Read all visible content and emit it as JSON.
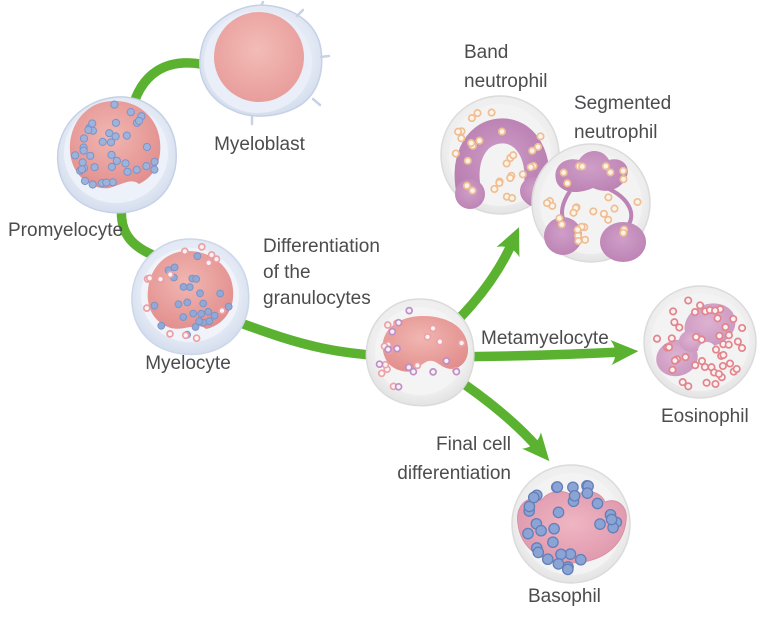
{
  "diagram": {
    "stages": {
      "myeloblast": "Myeloblast",
      "promyelocyte": "Promyelocyte",
      "myelocyte": "Myelocyte",
      "metamyelocyte": "Metamyelocyte",
      "band_neutrophil": [
        "Band",
        "neutrophil"
      ],
      "segmented_neutrophil": [
        "Segmented",
        "neutrophil"
      ],
      "eosinophil": "Eosinophil",
      "basophil": "Basophil"
    },
    "annotations": {
      "differentiation_of_the_granulocytes": [
        "Differentiation",
        "of the",
        "granulocytes"
      ],
      "final_cell_differentiation": [
        "Final cell",
        "differentiation"
      ]
    },
    "colors": {
      "arrow_green": "#5bb231",
      "label_text": "#4c4c4e",
      "early_cytoplasm_blue": "#dde5f2",
      "late_cytoplasm_gray": "#efeeee",
      "nucleus_pink": "#e59493",
      "nucleus_mauve": "#c18ab9",
      "nucleus_rose": "#e5a4b7",
      "granule_blue": "#8da6d4",
      "granule_pink": "#ec9fa6",
      "granule_purple": "#bc8ec5",
      "granule_orange": "#efbe93",
      "granule_red": "#e1858d"
    }
  }
}
